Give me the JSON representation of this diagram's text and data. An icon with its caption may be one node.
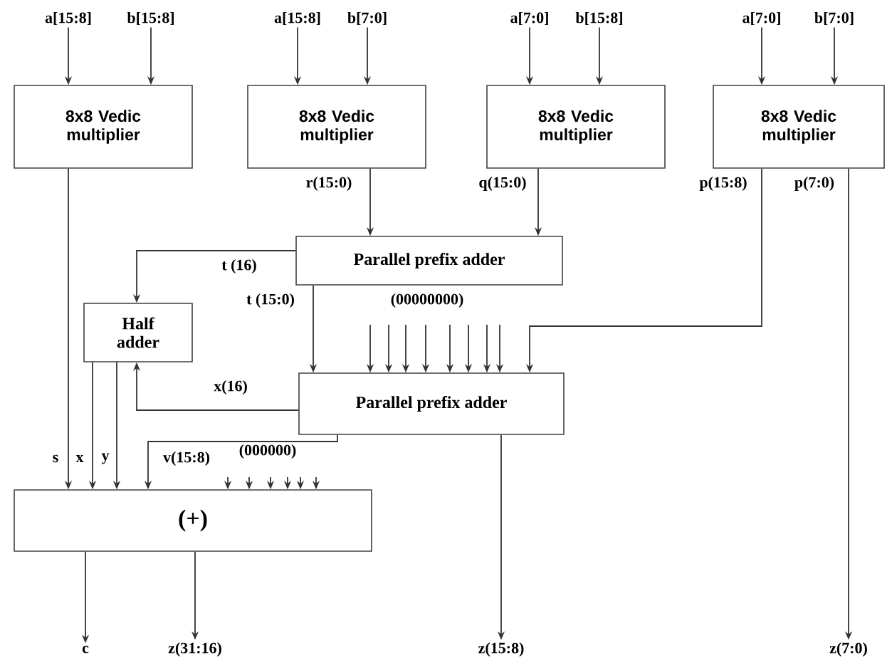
{
  "diagram": {
    "nodes": [
      {
        "text": [
          "8x8 Vedic multiplier"
        ]
      },
      {
        "text": [
          "8x8 Vedic multiplier"
        ]
      },
      {
        "text": [
          "8x8 Vedic multiplier"
        ]
      },
      {
        "text": [
          "8x8 Vedic multiplier"
        ]
      },
      {
        "text": [
          "Parallel prefix adder"
        ]
      },
      {
        "text": [
          "Half adder"
        ]
      },
      {
        "text": [
          "Parallel prefix adder"
        ]
      },
      {
        "text": [
          "(+)"
        ]
      },
      {
        "text": [
          "a[15:8]"
        ]
      },
      {
        "text": [
          "b[15:8]"
        ]
      },
      {
        "text": [
          "a[15:8]"
        ]
      },
      {
        "text": [
          "b[7:0]"
        ]
      },
      {
        "text": [
          "a[7:0]"
        ]
      },
      {
        "text": [
          "b[15:8]"
        ]
      },
      {
        "text": [
          "a[7:0]"
        ]
      },
      {
        "text": [
          "b[7:0]"
        ]
      },
      {
        "text": [
          "c"
        ]
      },
      {
        "text": [
          "z(31:16)"
        ]
      },
      {
        "text": [
          "z(15:8)"
        ]
      },
      {
        "text": [
          "z(7:0)"
        ]
      }
    ],
    "edges": [
      {
        "from": 8,
        "to": 0,
        "arrow": "to"
      },
      {
        "from": 9,
        "to": 0,
        "arrow": "to"
      },
      {
        "from": 10,
        "to": 1,
        "arrow": "to"
      },
      {
        "from": 11,
        "to": 1,
        "arrow": "to"
      },
      {
        "from": 12,
        "to": 2,
        "arrow": "to"
      },
      {
        "from": 13,
        "to": 2,
        "arrow": "to"
      },
      {
        "from": 14,
        "to": 3,
        "arrow": "to"
      },
      {
        "from": 15,
        "to": 3,
        "arrow": "to"
      },
      {
        "from": 0,
        "to": 7,
        "arrow": "to",
        "label": "s"
      },
      {
        "from": 1,
        "to": 4,
        "arrow": "to",
        "label": "r(15:0)"
      },
      {
        "from": 2,
        "to": 4,
        "arrow": "to",
        "label": "q(15:0)"
      },
      {
        "from": 3,
        "to": 6,
        "arrow": "to",
        "label": "p(15:8)"
      },
      {
        "from": 3,
        "to": 19,
        "arrow": "to",
        "label": "p(7:0)"
      },
      {
        "from": 4,
        "to": 5,
        "arrow": "to",
        "label": "t (16)"
      },
      {
        "from": 4,
        "to": 6,
        "arrow": "to",
        "label": "t (15:0)"
      },
      {
        "from": 6,
        "to": 5,
        "arrow": "to",
        "label": "x(16)"
      },
      {
        "from": 5,
        "to": 7,
        "arrow": "to",
        "label": "x"
      },
      {
        "from": 5,
        "to": 7,
        "arrow": "to",
        "label": "y"
      },
      {
        "from": 6,
        "to": 7,
        "arrow": "to",
        "label": "v(15:8)"
      },
      {
        "from": 6,
        "to": 18,
        "arrow": "to"
      },
      {
        "from": 7,
        "to": 16,
        "arrow": "to"
      },
      {
        "from": 7,
        "to": 17,
        "arrow": "to"
      },
      {
        "from": null,
        "to": 6,
        "arrow": "to"
      },
      {
        "from": null,
        "to": 6,
        "arrow": "to"
      },
      {
        "from": null,
        "to": 6,
        "arrow": "to"
      },
      {
        "from": null,
        "to": 6,
        "arrow": "to"
      },
      {
        "from": null,
        "to": 6,
        "arrow": "to"
      },
      {
        "from": null,
        "to": 6,
        "arrow": "to"
      },
      {
        "from": null,
        "to": 6,
        "arrow": "to"
      },
      {
        "from": null,
        "to": 6,
        "arrow": "to"
      },
      {
        "from": null,
        "to": 7,
        "arrow": "to"
      },
      {
        "from": null,
        "to": 7,
        "arrow": "to"
      },
      {
        "from": null,
        "to": 7,
        "arrow": "to"
      },
      {
        "from": null,
        "to": 7,
        "arrow": "to"
      },
      {
        "from": null,
        "to": 7,
        "arrow": "to"
      },
      {
        "from": null,
        "to": 7,
        "arrow": "to"
      }
    ],
    "labels": [
      "(00000000)",
      "(000000)"
    ]
  }
}
